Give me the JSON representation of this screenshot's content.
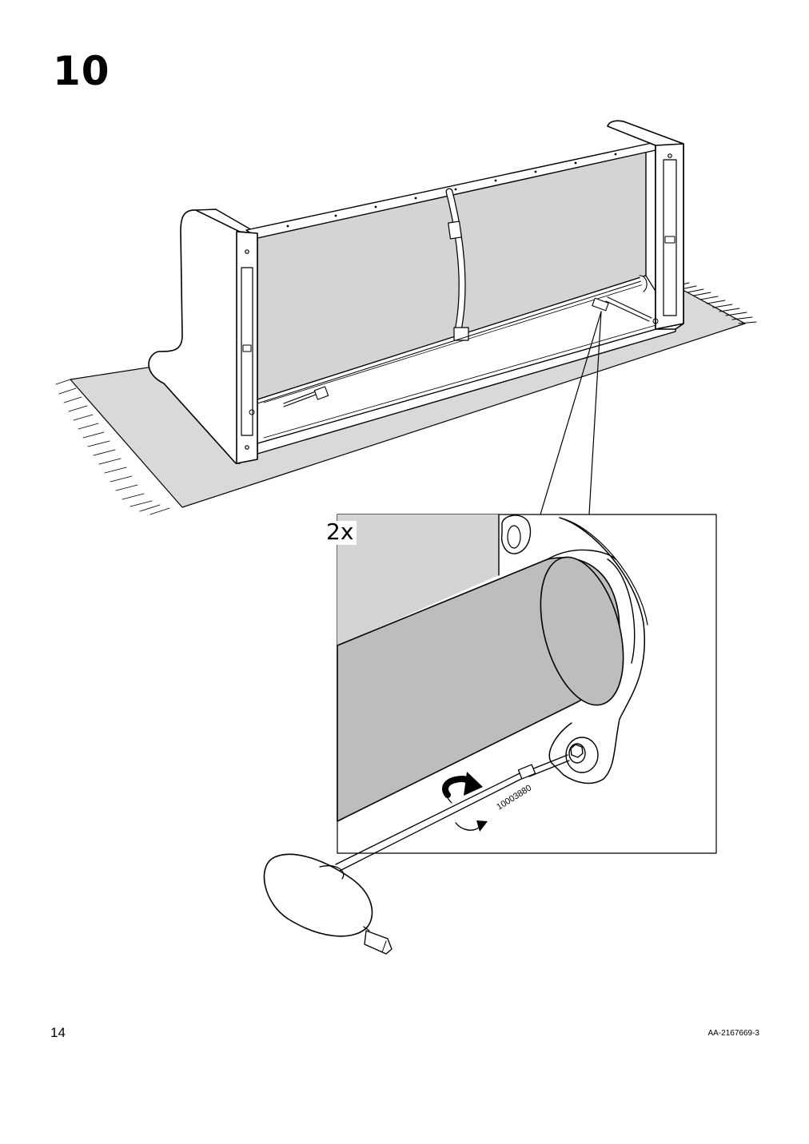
{
  "step": {
    "number": "10"
  },
  "detail": {
    "quantity": "2x",
    "tool_part_number": "10003880"
  },
  "footer": {
    "page_number": "14",
    "document_code": "AA-2167669-3"
  },
  "colors": {
    "line": "#000000",
    "fabric_grey": "#d4d4d4",
    "roller_grey": "#bdbdbd",
    "rug_grey": "#d9d9d9",
    "background": "#ffffff"
  },
  "icons": [
    "clockwise-arrow-icon",
    "counterclockwise-arrow-icon",
    "hex-key-icon"
  ]
}
